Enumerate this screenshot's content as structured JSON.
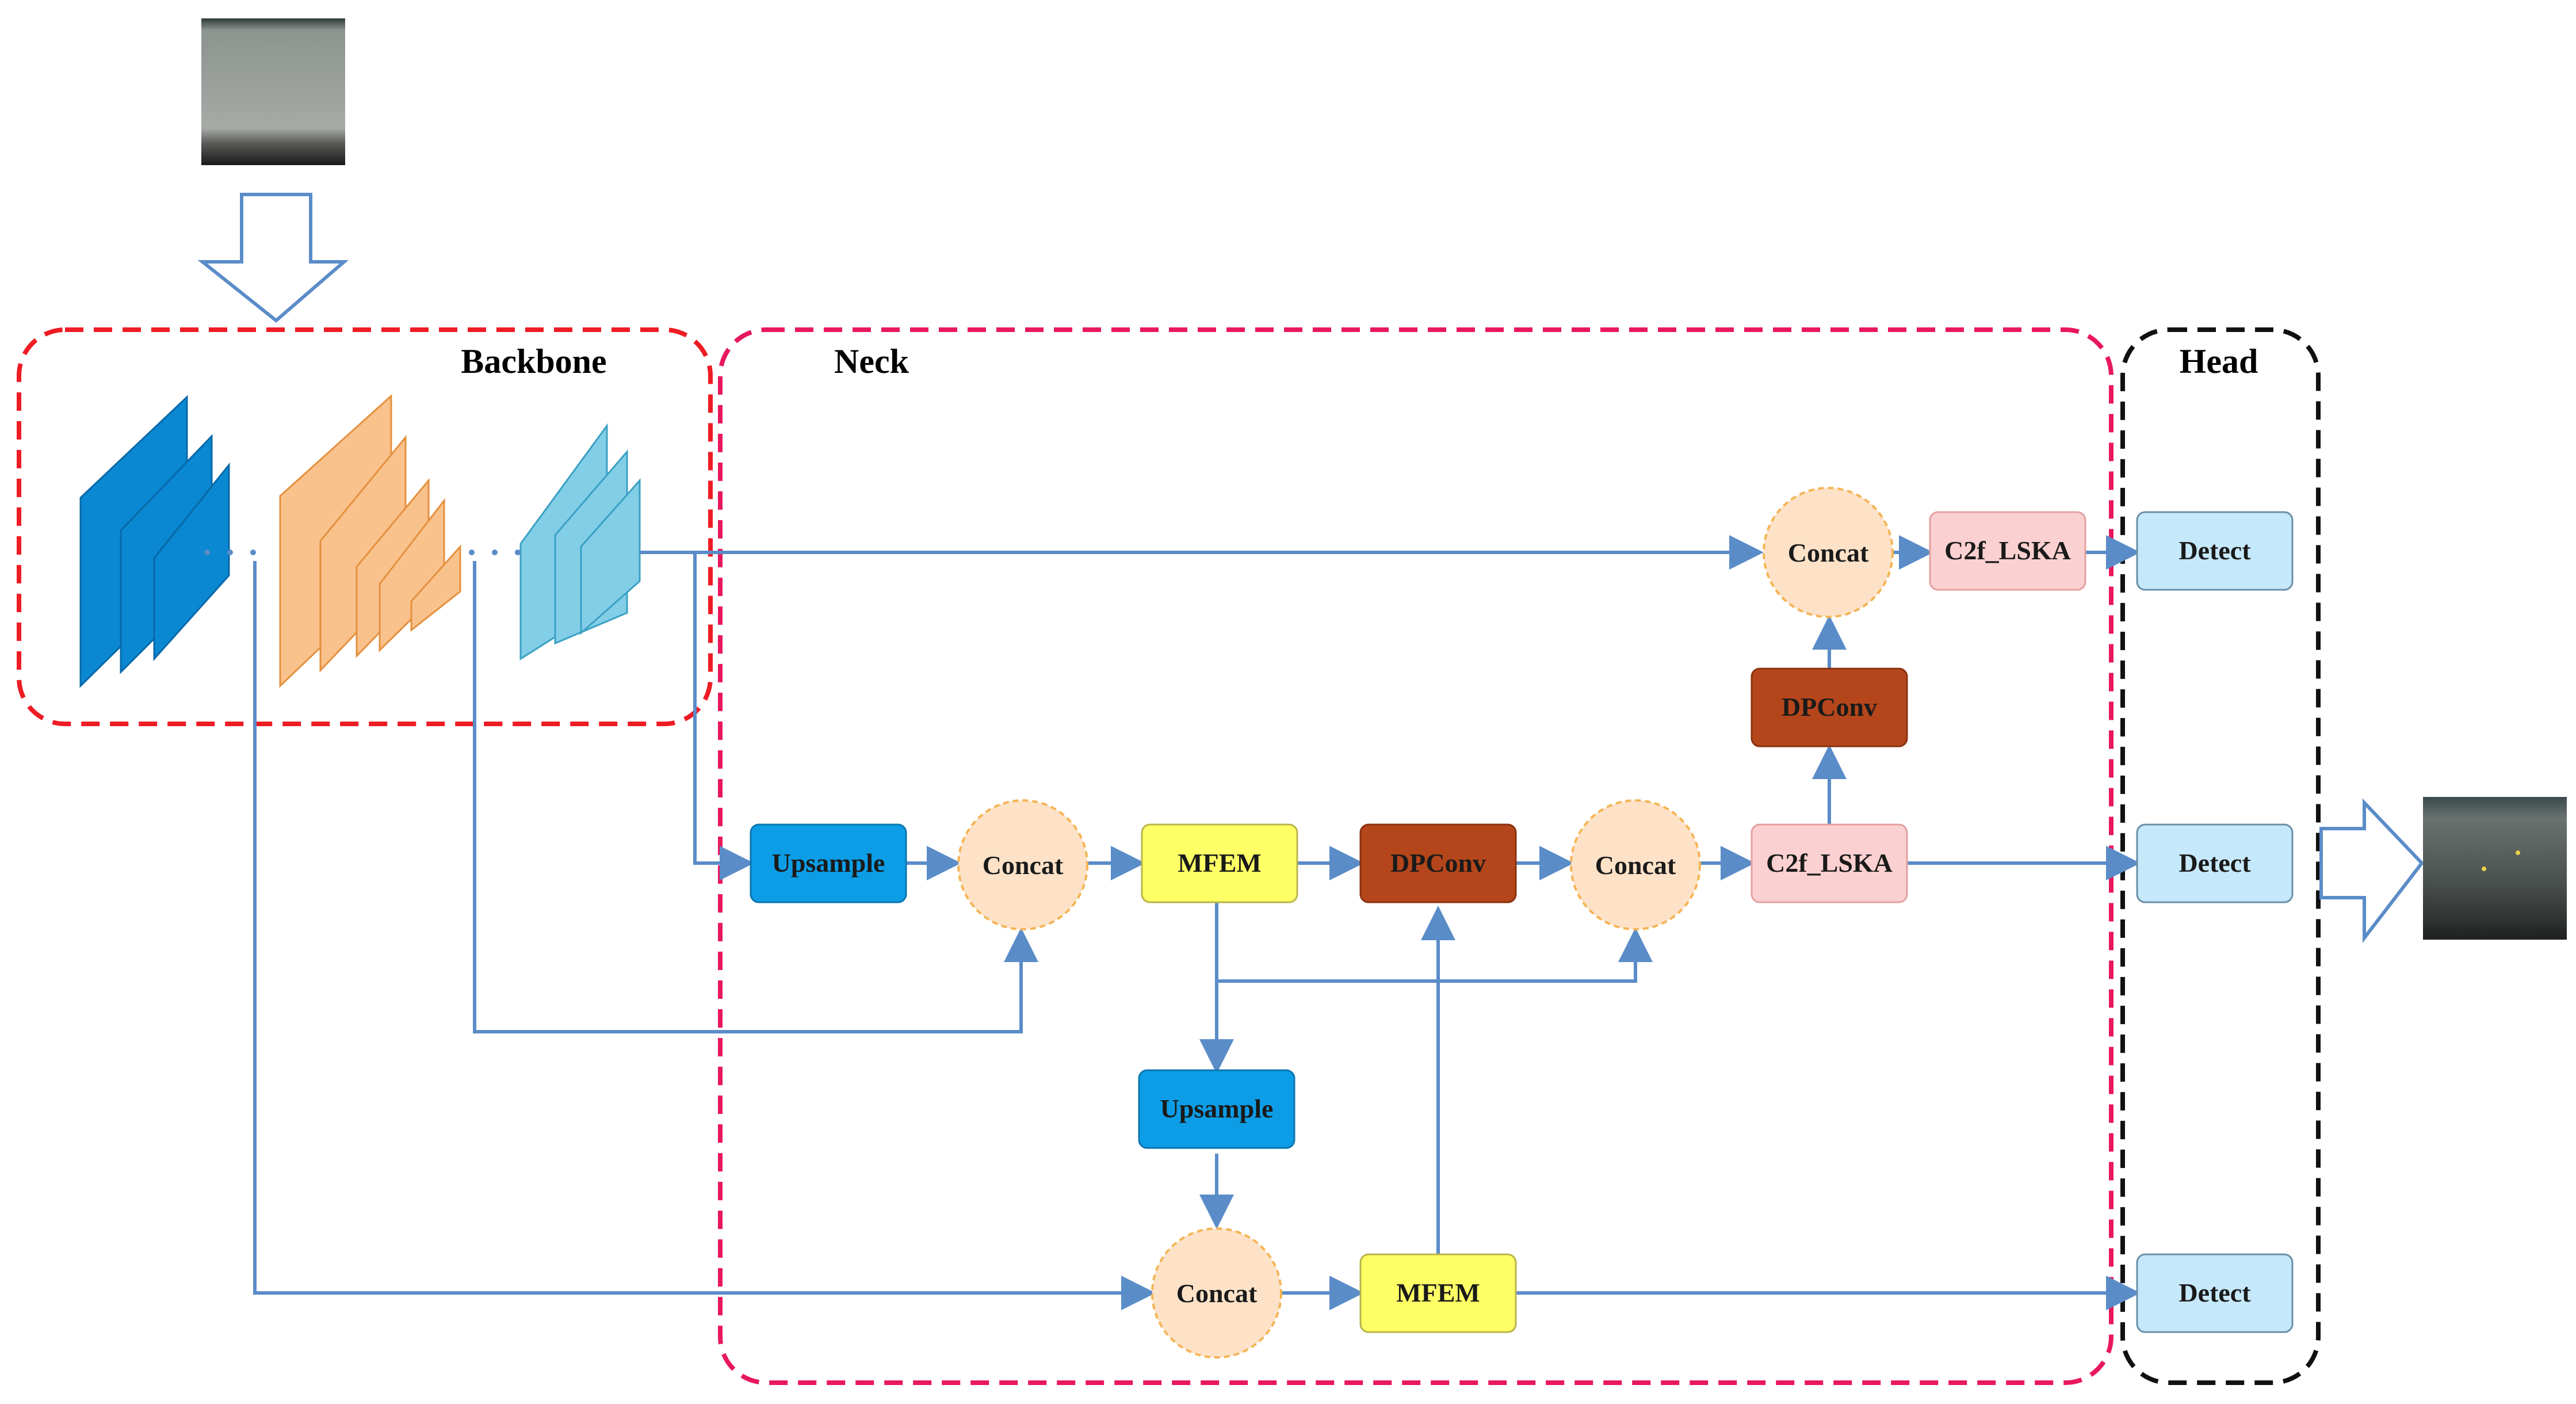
{
  "sections": {
    "backbone": "Backbone",
    "neck": "Neck",
    "head": "Head"
  },
  "nodes": {
    "upsample_1": "Upsample",
    "concat_1": "Concat",
    "mfem_1": "MFEM",
    "dpconv_1": "DPConv",
    "concat_2": "Concat",
    "c2f_lska_1": "C2f_LSKA",
    "dpconv_2": "DPConv",
    "concat_3": "Concat",
    "c2f_lska_2": "C2f_LSKA",
    "upsample_2": "Upsample",
    "concat_4": "Concat",
    "mfem_2": "MFEM",
    "detect_1": "Detect",
    "detect_2": "Detect",
    "detect_3": "Detect"
  },
  "colors": {
    "arrow": "#5a8cc8",
    "backbone_border": "#ee1c24",
    "neck_border": "#e8185c",
    "head_border": "#111111",
    "upsample": "#0d9de6",
    "concat": "#fde2c8",
    "concat_border": "#f5b454",
    "mfem": "#ffff66",
    "dpconv": "#b5461b",
    "c2f_lska": "#fbd0d0",
    "detect": "#c6e8fb",
    "layer_blue": "#0a88d2",
    "layer_orange": "#f9c28d",
    "layer_cyan": "#82cee6"
  }
}
